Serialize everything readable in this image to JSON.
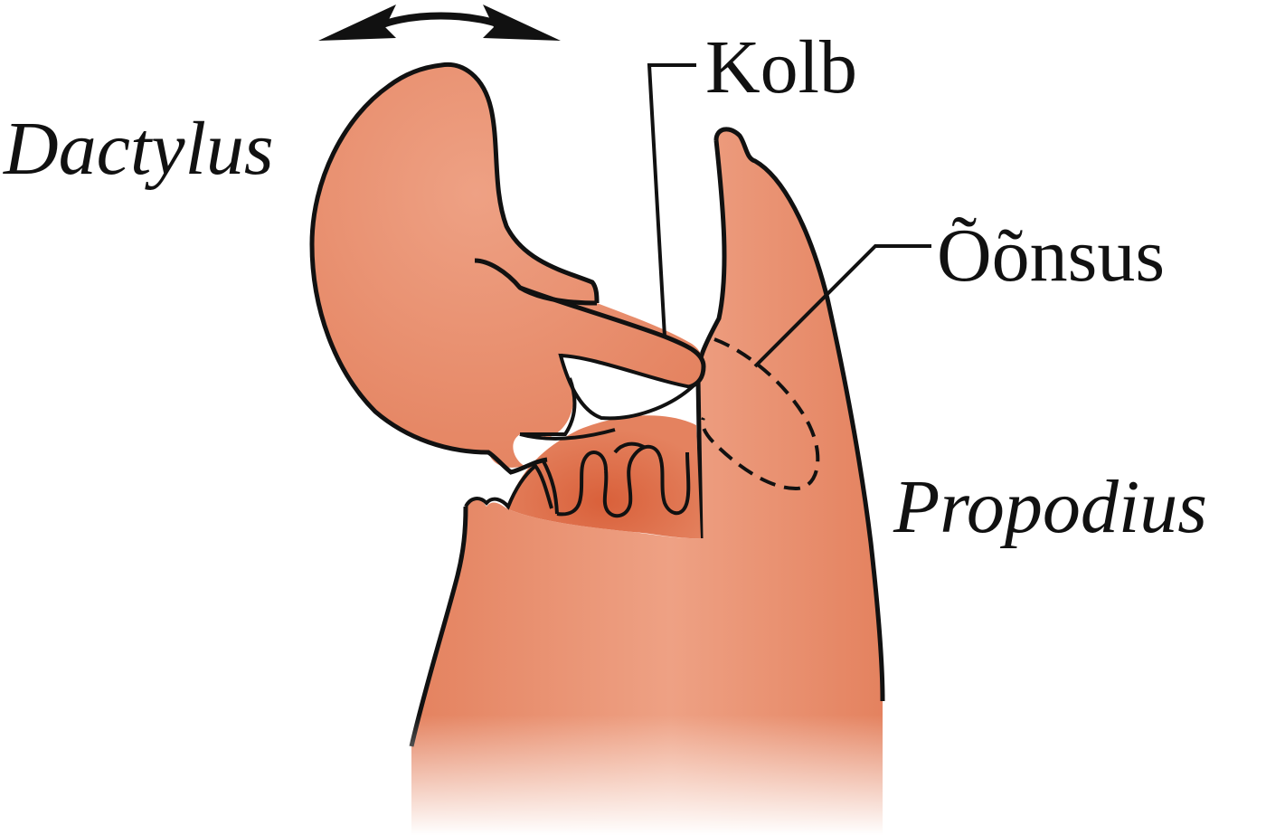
{
  "labels": {
    "dactylus": "Dactylus",
    "kolb": "Kolb",
    "oonsus": "Õõnsus",
    "propodius": "Propodius"
  },
  "colors": {
    "flesh": "#e4825f",
    "flesh_light": "#eea184",
    "flesh_dark": "#d9603a",
    "outline": "#111111",
    "background": "#ffffff"
  },
  "icons": {
    "rotation_arrow": "double-headed-curved-arrow"
  }
}
